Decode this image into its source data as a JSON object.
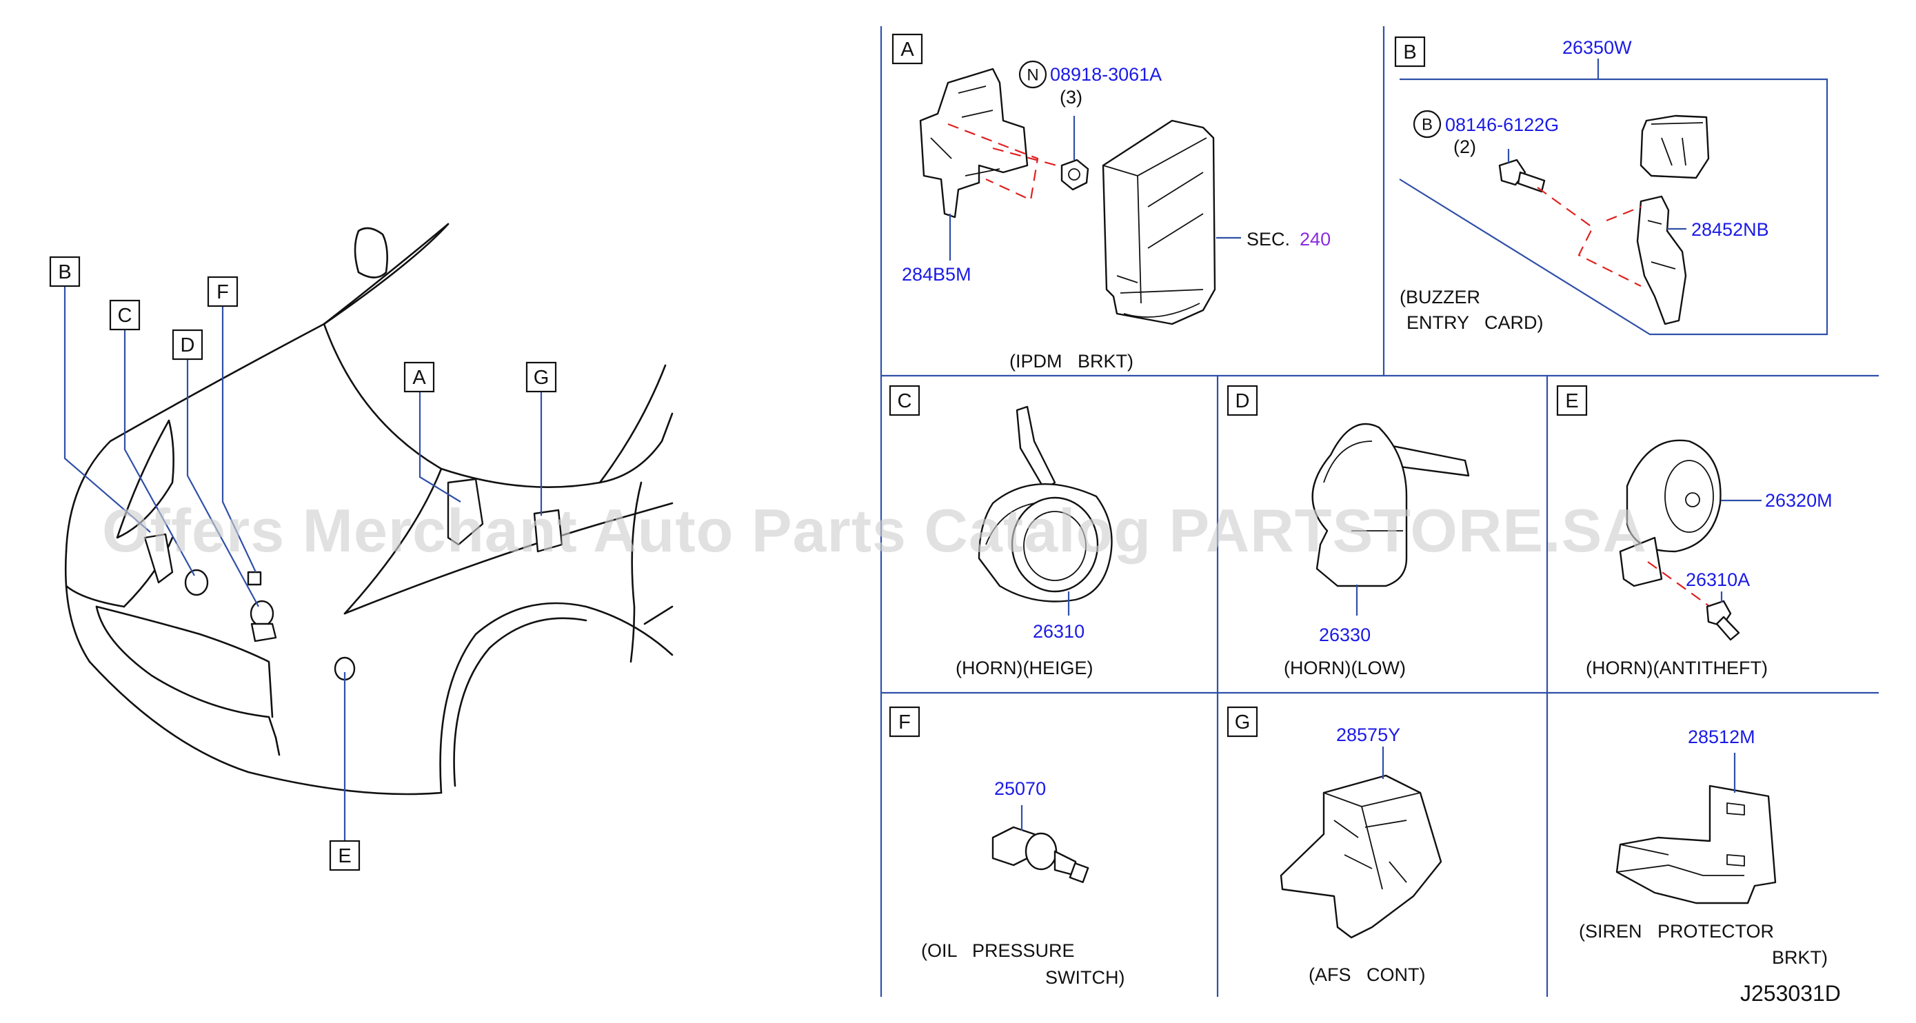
{
  "car_labels": [
    "A",
    "B",
    "C",
    "D",
    "E",
    "F",
    "G"
  ],
  "panel_labels": [
    "A",
    "B",
    "C",
    "D",
    "E",
    "F",
    "G"
  ],
  "panel_a": {
    "nut_callout": "N",
    "nut_part": "08918-3061A",
    "nut_qty": "(3)",
    "bracket_part": "284B5M",
    "sec_prefix": "SEC.",
    "sec_number": "240",
    "caption": "(IPDM   BRKT)"
  },
  "panel_b": {
    "assembly_part": "26350W",
    "bolt_callout": "B",
    "bolt_part": "08146-6122G",
    "bolt_qty": "(2)",
    "bracket_part": "28452NB",
    "caption_line1": "(BUZZER",
    "caption_line2": "ENTRY   CARD)"
  },
  "panel_c": {
    "part": "26310",
    "caption": "(HORN)(HEIGE)"
  },
  "panel_d": {
    "part": "26330",
    "caption": "(HORN)(LOW)"
  },
  "panel_e": {
    "part_horn": "26320M",
    "part_bolt": "26310A",
    "caption": "(HORN)(ANTITHEFT)"
  },
  "panel_f": {
    "part": "25070",
    "caption_line1": "(OIL   PRESSURE",
    "caption_line2": "SWITCH)"
  },
  "panel_g": {
    "part": "28575Y",
    "caption": "(AFS   CONT)"
  },
  "panel_siren": {
    "part": "28512M",
    "caption_line1": "(SIREN   PROTECTOR",
    "caption_line2": "BRKT)"
  },
  "diagram_id": "J253031D",
  "watermark": "Offers Merchant Auto Parts Catalog PARTSTORE.SA"
}
